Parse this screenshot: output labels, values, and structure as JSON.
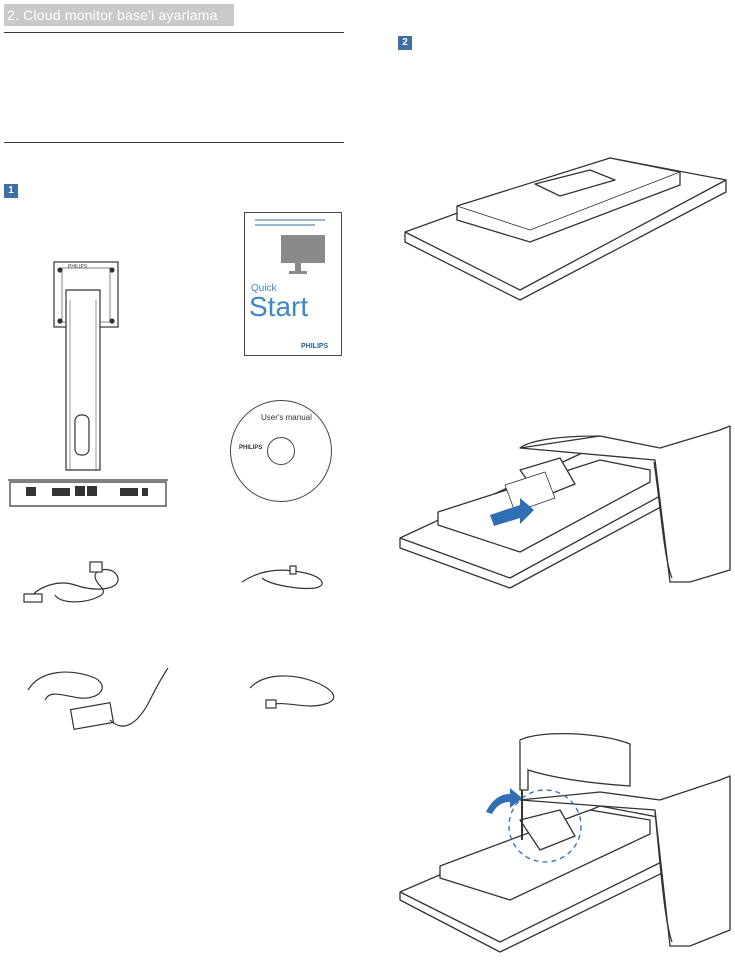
{
  "section": {
    "title": "2. Cloud monitor base'i ayarlama"
  },
  "step1": {
    "number": "1"
  },
  "step2": {
    "number": "2"
  },
  "quick_start": {
    "small_word": "Quick",
    "big_word": "Start",
    "brand": "PHILIPS"
  },
  "cd": {
    "label": "User's manual",
    "brand": "PHILIPS"
  },
  "colors": {
    "accent_blue": "#3d6fa5",
    "header_gray": "#c9c9c9",
    "arrow_blue": "#2f6fb3"
  },
  "icons": {
    "stand": "monitor-stand-illustration",
    "quick_start": "quick-start-guide-icon",
    "cd": "cd-disc-icon",
    "vga_cable": "vga-cable-icon",
    "audio_cable": "audio-cable-icon",
    "power_adapter": "power-adapter-icon",
    "usb_cable": "usb-cable-icon",
    "panel": "monitor-panel-illustration",
    "attach": "attach-base-illustration",
    "screwdriver": "screwdriver-illustration"
  }
}
